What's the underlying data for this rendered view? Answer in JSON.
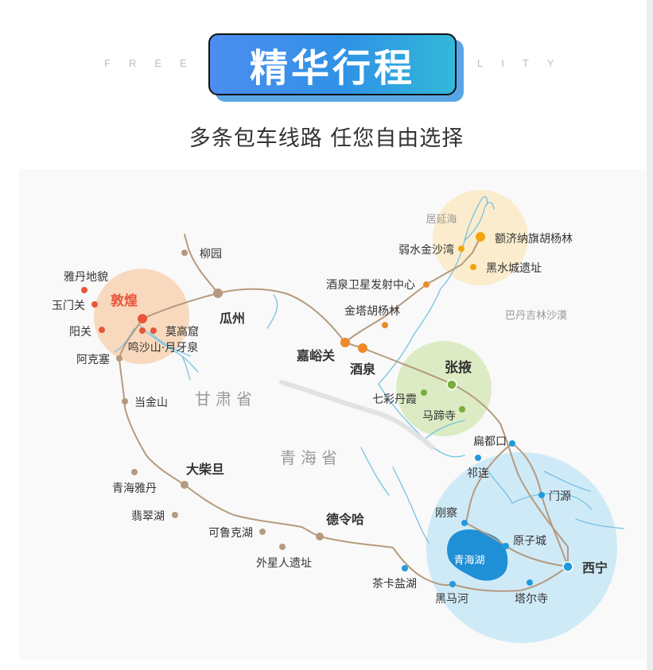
{
  "header": {
    "title": "精华行程",
    "deco_left": "FREE",
    "deco_right": "LITY",
    "subtitle": "多条包车线路 任您自由选择"
  },
  "map": {
    "provinces": [
      "甘肃省",
      "青海省"
    ],
    "desert": "巴丹吉林沙漠",
    "lake_label": "青海湖",
    "river_label": "居延海",
    "region_labels": {
      "dunhuang": "敦煌",
      "zhangye": "张掖",
      "xining": "西宁"
    },
    "places": {
      "liuyuan": "柳园",
      "guazhou": "瓜州",
      "yardang": "雅丹地貌",
      "yumenguan": "玉门关",
      "yangguan": "阳关",
      "mogao": "莫高窟",
      "mingsha": "鸣沙山·月牙泉",
      "akesai": "阿克塞",
      "dangjinshan": "当金山",
      "jiayuguan": "嘉峪关",
      "jiuquan": "酒泉",
      "satellite": "酒泉卫星发射中心",
      "jinta": "金塔胡杨林",
      "ruoshui": "弱水金沙湾",
      "ejina": "额济纳旗胡杨林",
      "heishui": "黑水城遗址",
      "qicai": "七彩丹霞",
      "mati": "马蹄寺",
      "biandukou": "扁都口",
      "qilian": "祁连",
      "menyuan": "门源",
      "gangcha": "刚察",
      "yuanzi": "原子城",
      "taer": "塔尔寺",
      "heima": "黑马河",
      "chaka": "茶卡盐湖",
      "delingha": "德令哈",
      "keluke": "可鲁克湖",
      "waixing": "外星人遗址",
      "dachaidan": "大柴旦",
      "qhyardang": "青海雅丹",
      "feicui": "翡翠湖"
    }
  },
  "colors": {
    "title_gradient_start": "#4c8df0",
    "title_gradient_end": "#33b8d9",
    "route": "#b59a7f",
    "river": "#76c2e2",
    "dunhuang_circle": "#f9d9bd",
    "zhangye_circle": "#dcebc3",
    "ejina_circle": "#fbeccd",
    "xining_circle": "#cfeaf7",
    "dot_red": "#e8553d",
    "dot_orange": "#ee8a2a",
    "dot_gold": "#f0a60e",
    "dot_green": "#79ad3c",
    "dot_blue": "#1f9ae0",
    "dot_brown": "#b59a7f"
  }
}
